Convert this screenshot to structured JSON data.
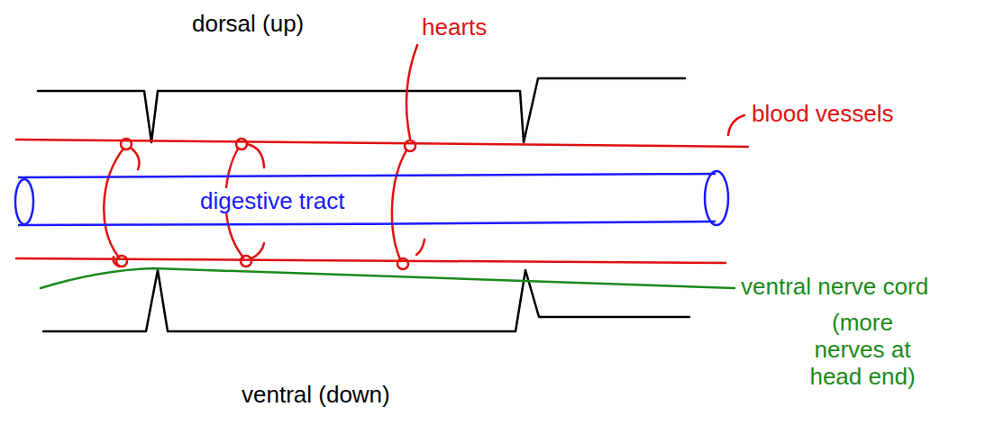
{
  "diagram": {
    "nodes": [
      {
        "text": [
          "digestive tract"
        ]
      }
    ],
    "labels": [
      "dorsal (up)",
      "hearts",
      "blood vessels",
      "ventral nerve cord",
      "(more nerves at head end)",
      "ventral (down)"
    ]
  }
}
